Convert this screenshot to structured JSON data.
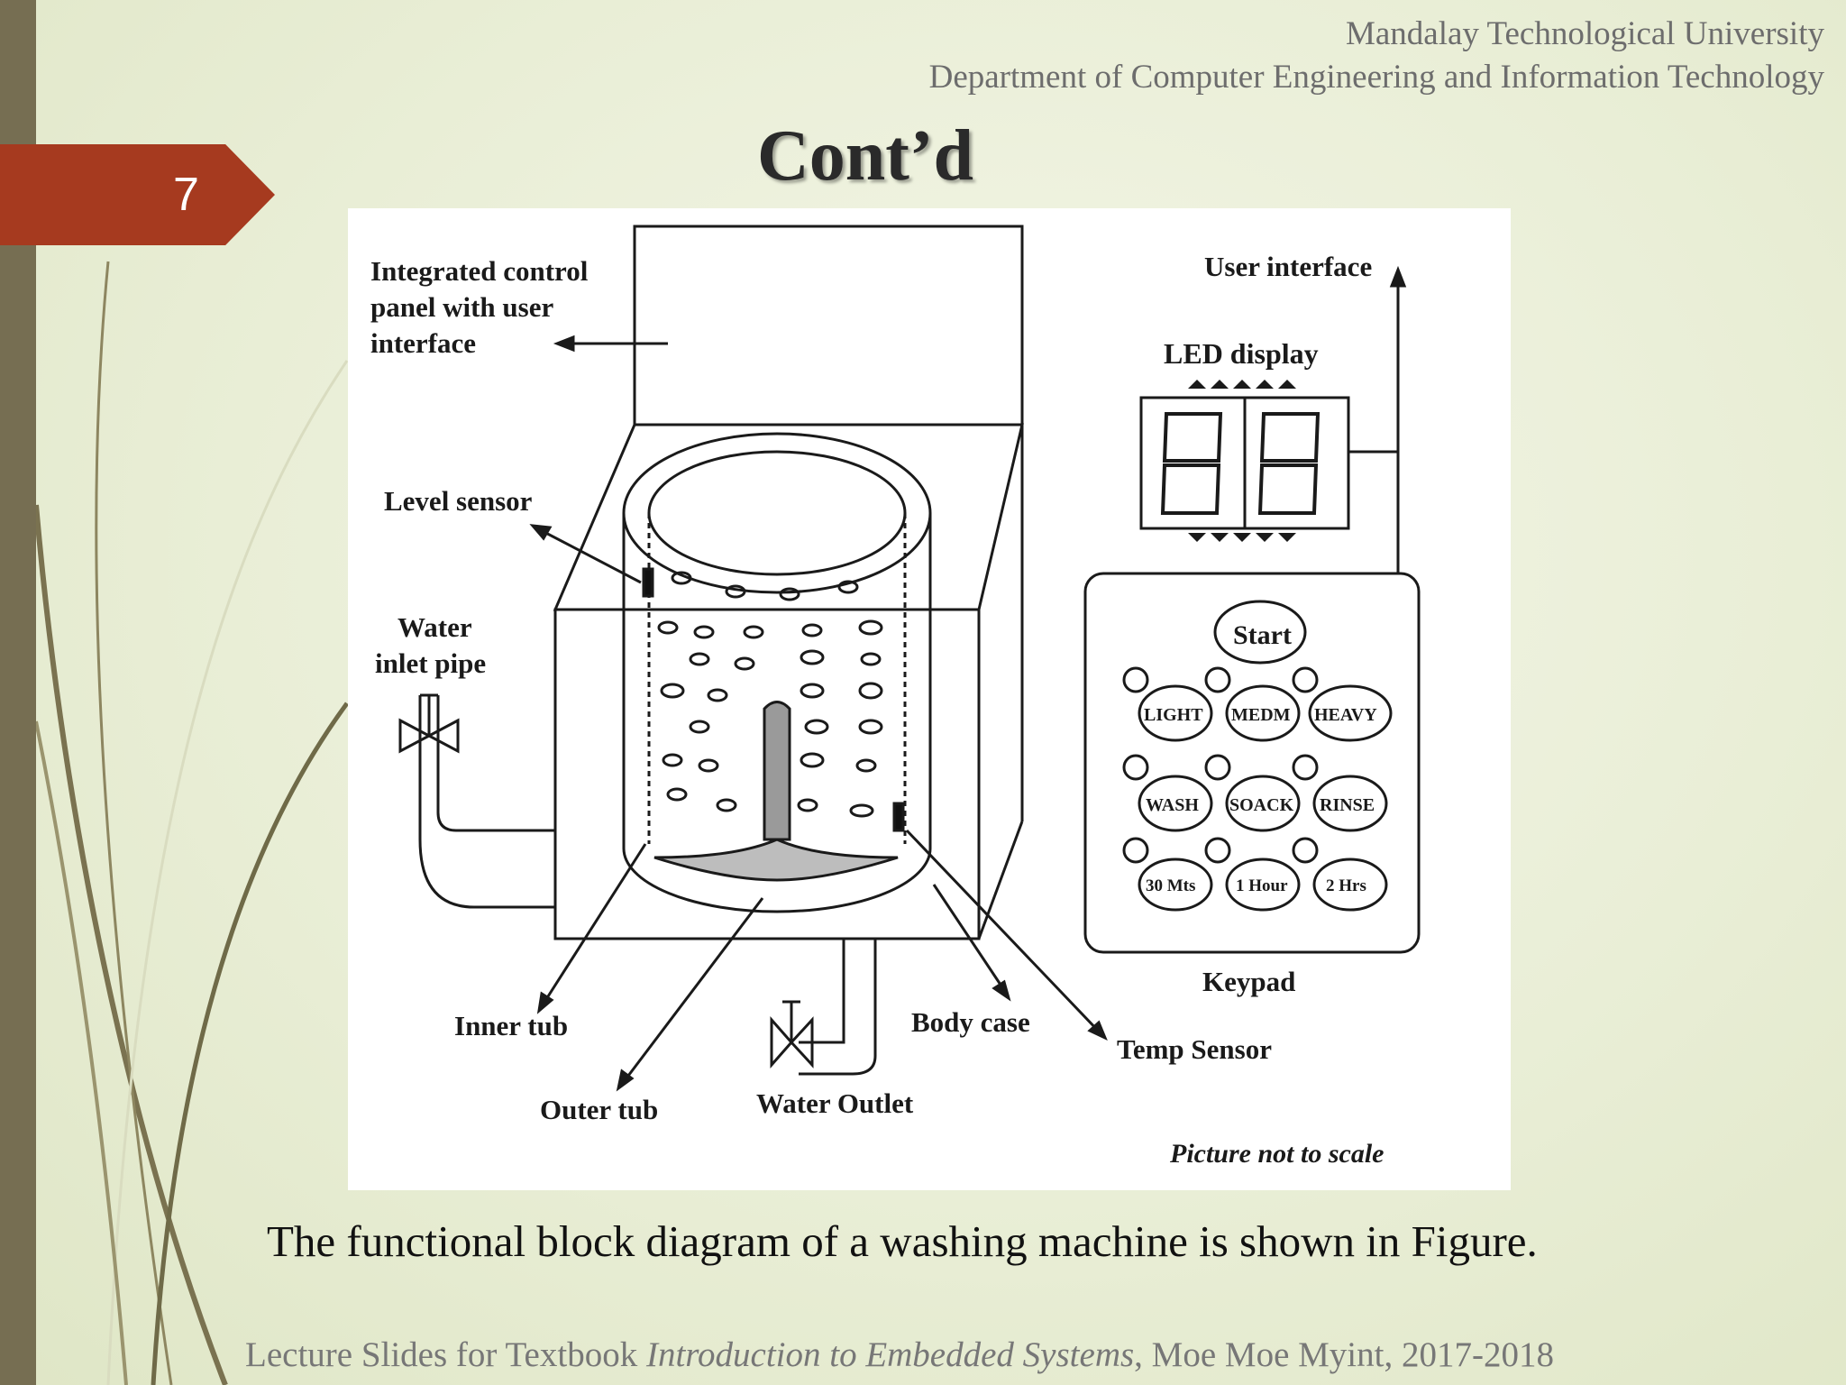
{
  "slide_number": "7",
  "header": {
    "university": "Mandalay Technological University",
    "department": "Department of Computer Engineering and Information Technology"
  },
  "title": "Cont’d",
  "diagram": {
    "labels": {
      "control_panel": [
        "Integrated control",
        "panel with user",
        "interface"
      ],
      "user_interface": "User interface",
      "led_display": "LED display",
      "level_sensor": "Level sensor",
      "water_inlet": [
        "Water",
        "inlet pipe"
      ],
      "start": "Start",
      "keypad_row1": [
        "LIGHT",
        "MEDM",
        "HEAVY"
      ],
      "keypad_row2": [
        "WASH",
        "SOACK",
        "RINSE"
      ],
      "keypad_row3": [
        "30 Mts",
        "1 Hour",
        "2 Hrs"
      ],
      "keypad": "Keypad",
      "inner_tub": "Inner tub",
      "outer_tub": "Outer tub",
      "water_outlet": "Water Outlet",
      "body_case": "Body case",
      "temp_sensor": "Temp Sensor",
      "note": "Picture not to scale"
    }
  },
  "caption": "The functional block diagram of a washing machine is shown in Figure.",
  "footer": {
    "prefix": "Lecture Slides for Textbook ",
    "book": "Introduction to Embedded Systems",
    "suffix": ", Moe Moe Myint, 2017-2018"
  }
}
